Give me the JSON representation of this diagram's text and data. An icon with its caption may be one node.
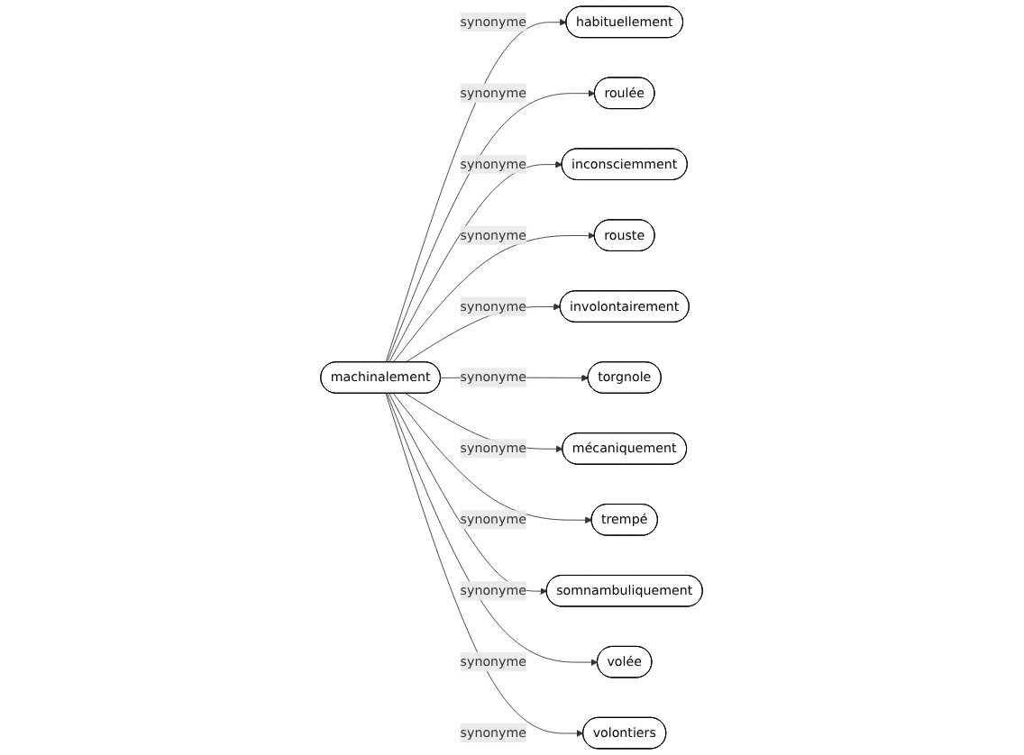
{
  "diagram": {
    "nodes": [
      {
        "text": [
          "machinalement"
        ]
      },
      {
        "text": [
          "habituellement"
        ]
      },
      {
        "text": [
          "roulée"
        ]
      },
      {
        "text": [
          "inconsciemment"
        ]
      },
      {
        "text": [
          "rouste"
        ]
      },
      {
        "text": [
          "involontairement"
        ]
      },
      {
        "text": [
          "torgnole"
        ]
      },
      {
        "text": [
          "mécaniquement"
        ]
      },
      {
        "text": [
          "trempé"
        ]
      },
      {
        "text": [
          "somnambuliquement"
        ]
      },
      {
        "text": [
          "volée"
        ]
      },
      {
        "text": [
          "volontiers"
        ]
      }
    ],
    "edges": [
      {
        "from": 0,
        "to": 1,
        "arrow": "to",
        "label": "synonyme"
      },
      {
        "from": 0,
        "to": 2,
        "arrow": "to",
        "label": "synonyme"
      },
      {
        "from": 0,
        "to": 3,
        "arrow": "to",
        "label": "synonyme"
      },
      {
        "from": 0,
        "to": 4,
        "arrow": "to",
        "label": "synonyme"
      },
      {
        "from": 0,
        "to": 5,
        "arrow": "to",
        "label": "synonyme"
      },
      {
        "from": 0,
        "to": 6,
        "arrow": "to",
        "label": "synonyme"
      },
      {
        "from": 0,
        "to": 7,
        "arrow": "to",
        "label": "synonyme"
      },
      {
        "from": 0,
        "to": 8,
        "arrow": "to",
        "label": "synonyme"
      },
      {
        "from": 0,
        "to": 9,
        "arrow": "to",
        "label": "synonyme"
      },
      {
        "from": 0,
        "to": 10,
        "arrow": "to",
        "label": "synonyme"
      },
      {
        "from": 0,
        "to": 11,
        "arrow": "to",
        "label": "synonyme"
      }
    ]
  }
}
